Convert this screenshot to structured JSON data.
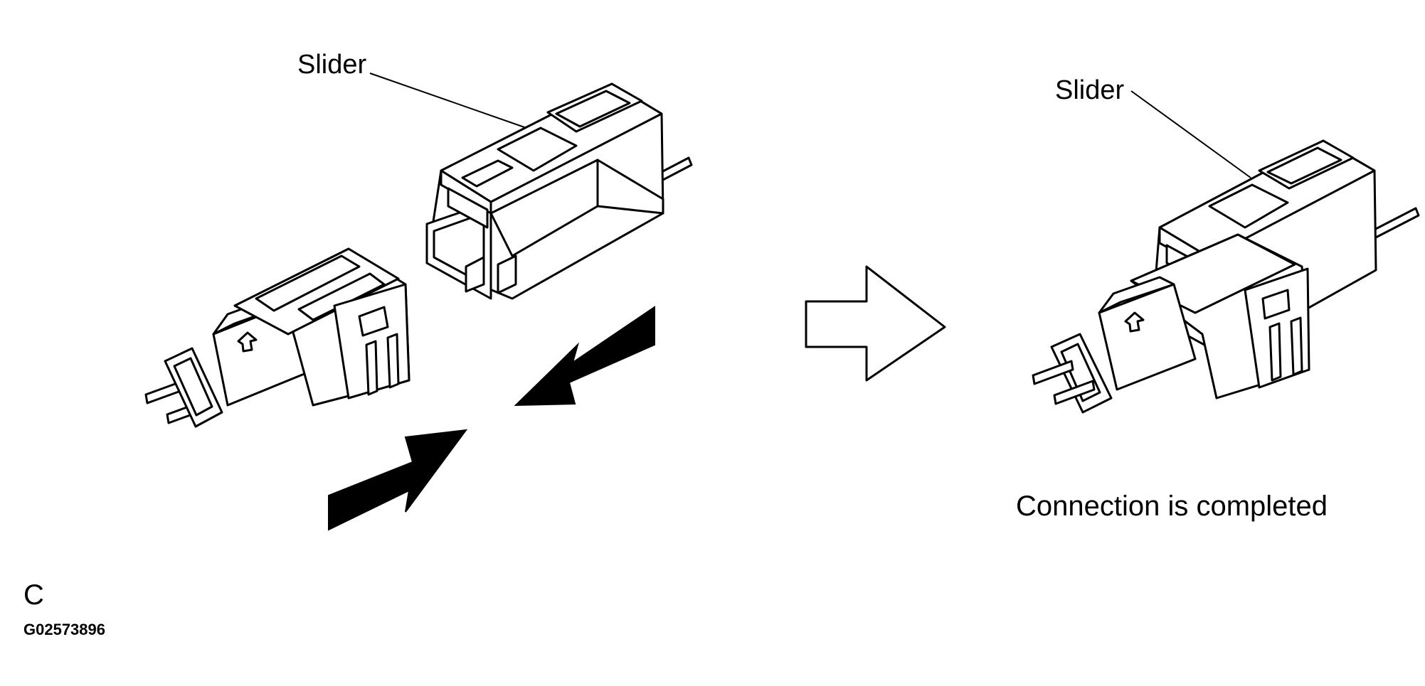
{
  "labels": {
    "slider_left": "Slider",
    "slider_right": "Slider",
    "caption": "Connection is completed",
    "panel_letter": "C",
    "figure_id": "G02573896"
  },
  "colors": {
    "stroke": "#000000",
    "fill": "#ffffff",
    "arrow_solid": "#000000"
  },
  "icons": {
    "process_arrow": "outline-right-arrow-icon",
    "push_arrows": "solid-diagonal-arrow-icon"
  }
}
